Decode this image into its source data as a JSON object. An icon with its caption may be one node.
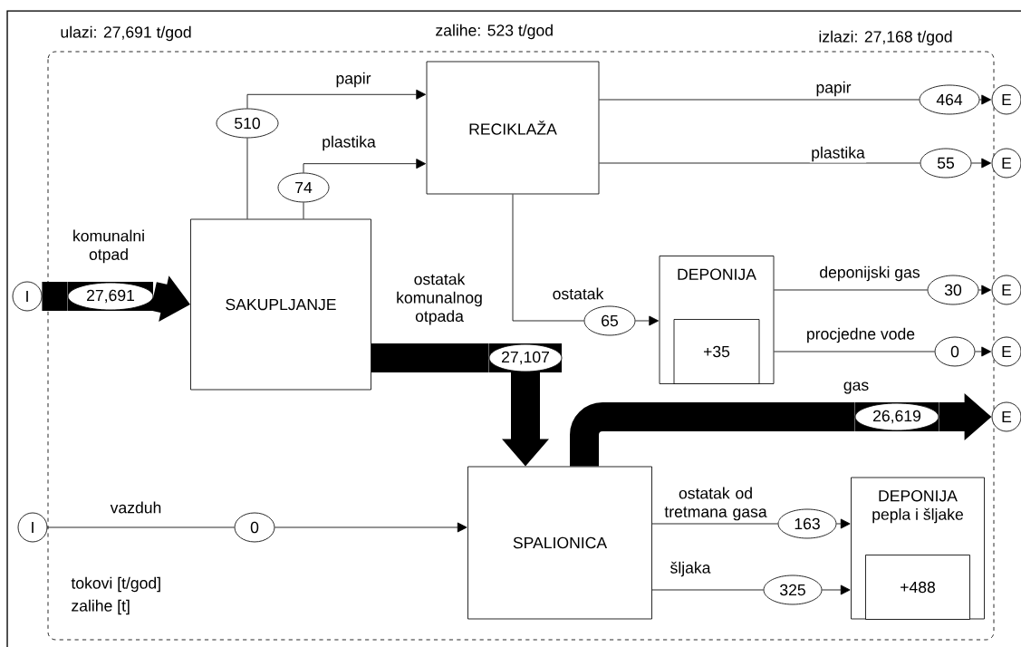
{
  "diagram": {
    "nodes": [
      {
        "text": [
          "I"
        ]
      },
      {
        "text": [
          "27,691"
        ]
      },
      {
        "text": [
          "SAKUPLJANJE"
        ]
      },
      {
        "text": [
          "510"
        ]
      },
      {
        "text": [
          "74"
        ]
      },
      {
        "text": [
          "RECIKLAŽA"
        ]
      },
      {
        "text": [
          "464"
        ]
      },
      {
        "text": [
          "55"
        ]
      },
      {
        "text": [
          "E"
        ]
      },
      {
        "text": [
          "E"
        ]
      },
      {
        "text": [
          "65"
        ]
      },
      {
        "text": [
          "DEPONIJA"
        ]
      },
      {
        "text": [
          "+35"
        ],
        "in": 11
      },
      {
        "text": [
          "30"
        ]
      },
      {
        "text": [
          "0"
        ]
      },
      {
        "text": [
          "E"
        ]
      },
      {
        "text": [
          "E"
        ]
      },
      {
        "text": [
          "27,107"
        ]
      },
      {
        "text": [
          "26,619"
        ]
      },
      {
        "text": [
          "E"
        ]
      },
      {
        "text": [
          "SPALIONICA"
        ]
      },
      {
        "text": [
          "I"
        ]
      },
      {
        "text": [
          "0"
        ]
      },
      {
        "text": [
          "163"
        ]
      },
      {
        "text": [
          "325"
        ]
      },
      {
        "text": [
          "DEPONIJA pepla i šljake"
        ]
      },
      {
        "text": [
          "+488"
        ],
        "in": 25
      }
    ],
    "edges": [
      {
        "from": 0,
        "to": 1,
        "arrow": "none",
        "label": "komunalni otpad",
        "style": "thick"
      },
      {
        "from": 1,
        "to": 2,
        "arrow": "to",
        "style": "thick"
      },
      {
        "from": 2,
        "to": 3,
        "arrow": "none"
      },
      {
        "from": 3,
        "to": 5,
        "arrow": "to",
        "label": "papir"
      },
      {
        "from": 2,
        "to": 4,
        "arrow": "none"
      },
      {
        "from": 4,
        "to": 5,
        "arrow": "to",
        "label": "plastika"
      },
      {
        "from": 5,
        "to": 6,
        "arrow": "none",
        "label": "papir"
      },
      {
        "from": 6,
        "to": 8,
        "arrow": "to"
      },
      {
        "from": 5,
        "to": 7,
        "arrow": "none",
        "label": "plastika"
      },
      {
        "from": 7,
        "to": 9,
        "arrow": "to"
      },
      {
        "from": 5,
        "to": 10,
        "arrow": "none",
        "label": "ostatak"
      },
      {
        "from": 10,
        "to": 11,
        "arrow": "to"
      },
      {
        "from": 11,
        "to": 13,
        "arrow": "none",
        "label": "deponijski gas"
      },
      {
        "from": 13,
        "to": 15,
        "arrow": "to"
      },
      {
        "from": 11,
        "to": 14,
        "arrow": "none",
        "label": "procjedne vode"
      },
      {
        "from": 14,
        "to": 16,
        "arrow": "to"
      },
      {
        "from": 2,
        "to": 17,
        "arrow": "none",
        "label": "ostatak komunalnog otpada",
        "style": "thick"
      },
      {
        "from": 17,
        "to": 20,
        "arrow": "to",
        "style": "thick"
      },
      {
        "from": 20,
        "to": 18,
        "arrow": "none",
        "label": "gas",
        "style": "thick"
      },
      {
        "from": 18,
        "to": 19,
        "arrow": "to",
        "style": "thick"
      },
      {
        "from": 21,
        "to": 22,
        "arrow": "none",
        "label": "vazduh"
      },
      {
        "from": 22,
        "to": 20,
        "arrow": "to"
      },
      {
        "from": 20,
        "to": 23,
        "arrow": "none",
        "label": "ostatak od tretmana gasa"
      },
      {
        "from": 23,
        "to": 25,
        "arrow": "to"
      },
      {
        "from": 20,
        "to": 24,
        "arrow": "none",
        "label": "šljaka"
      },
      {
        "from": 24,
        "to": 25,
        "arrow": "to"
      }
    ],
    "labels": [
      "ulazi: 27,691 t/god",
      "zalihe: 523 t/god",
      "izlazi: 27,168 t/god",
      "tokovi [t/god]",
      "zalihe [t]"
    ]
  }
}
